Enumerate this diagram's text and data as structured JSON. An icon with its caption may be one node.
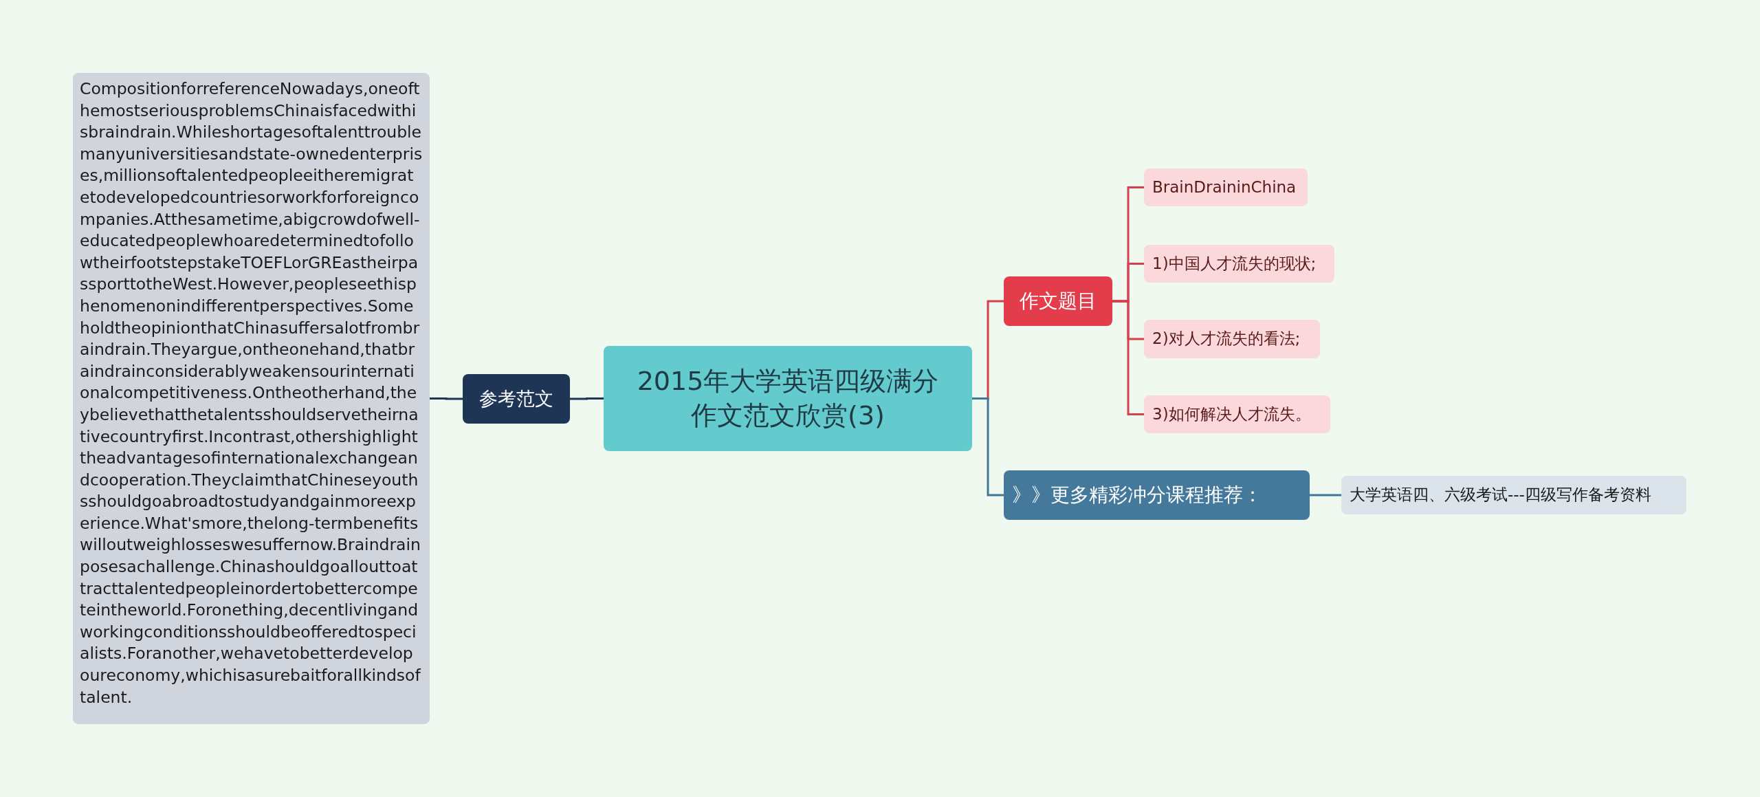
{
  "diagram": {
    "nodes": [
      {
        "text": [
          "2015年大学英语四级满分作文范文欣赏(3)"
        ]
      },
      {
        "text": [
          "参考范文"
        ]
      },
      {
        "text": [
          "CompositionforreferenceNowadays,oneofthemostseriousproblemsChinaisfacedwithisbraindrain.Whileshortagesoftalenttroublemanyuniversitiesandstate-ownedenterprises,millionsoftalentedpeopleeitheremigratetodevelopedcountriesorworkforforeigncompanies.Atthesametime,abigcrowdofwell-educatedpeoplewhoaredeterminedtofollowtheirfootstepstakeTOEFLorGREastheirpassporttotheWest.However,peopleseethisphenomenonindifferentperspectives.SomeholdtheopinionthatChinasuffersalotfrombraindrain.Theyargue,ontheonehand,thatbraindrainconsiderablyweakensourinternationalcompetitiveness.Ontheotherhand,theybelievethatthetalentsshouldservetheirnativecountryfirst.Incontrast,othershighlighttheadvantagesofinternationalexchangeandcooperation.TheyclaimthatChineseyouthsshouldgoabroadtostudyandgainmoreexperience.What'smore,thelong-termbenefitswilloutweighlosseswesuffernow.Braindrainposesachallenge.Chinashouldgoallouttoattracttalentedpeopleinordertobettercompeteintheworld.Foronething,decentlivingandworkingconditionsshouldbeofferedtospecialists.Foranother,wehavetobetterdevelopoureconomy,whichisasurebaitforallkindsoftalent."
        ]
      },
      {
        "text": [
          "作文题目"
        ]
      },
      {
        "text": [
          "BrainDraininChina"
        ]
      },
      {
        "text": [
          "1)中国人才流失的现状;"
        ]
      },
      {
        "text": [
          "2)对人才流失的看法;"
        ]
      },
      {
        "text": [
          "3)如何解决人才流失。"
        ]
      },
      {
        "text": [
          "》》更多精彩冲分课程推荐："
        ]
      },
      {
        "text": [
          "大学英语四、六级考试---四级写作备考资料"
        ]
      }
    ],
    "edges": [
      {
        "from": 0,
        "to": 1,
        "arrow": "none",
        "color": "#1e3556"
      },
      {
        "from": 1,
        "to": 2,
        "arrow": "none",
        "color": "#1e3556"
      },
      {
        "from": 0,
        "to": 3,
        "arrow": "none",
        "color": "#d6404c"
      },
      {
        "from": 3,
        "to": 4,
        "arrow": "none",
        "color": "#d6404c"
      },
      {
        "from": 3,
        "to": 5,
        "arrow": "none",
        "color": "#d6404c"
      },
      {
        "from": 3,
        "to": 6,
        "arrow": "none",
        "color": "#d6404c"
      },
      {
        "from": 3,
        "to": 7,
        "arrow": "none",
        "color": "#d6404c"
      },
      {
        "from": 0,
        "to": 8,
        "arrow": "none",
        "color": "#3f7799"
      },
      {
        "from": 8,
        "to": 9,
        "arrow": "none",
        "color": "#3f7799"
      }
    ]
  }
}
